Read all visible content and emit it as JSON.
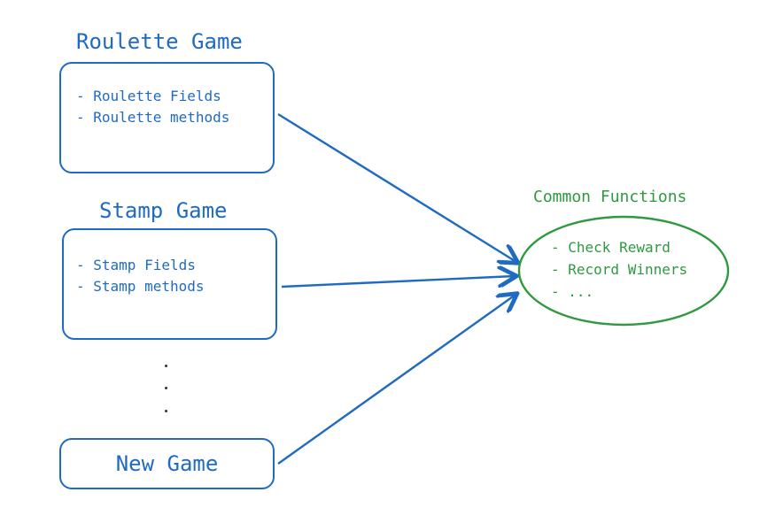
{
  "roulette": {
    "title": "Roulette Game",
    "items": [
      "- Roulette Fields",
      "- Roulette methods"
    ]
  },
  "stamp": {
    "title": "Stamp Game",
    "items": [
      "- Stamp Fields",
      "- Stamp methods"
    ]
  },
  "ellipsis": "...",
  "new_game": {
    "label": "New Game"
  },
  "common": {
    "title": "Common Functions",
    "items": [
      "- Check Reward",
      "- Record Winners",
      "- ..."
    ]
  },
  "colors": {
    "blue": "#1f6bc2",
    "green": "#2e9a3f"
  }
}
